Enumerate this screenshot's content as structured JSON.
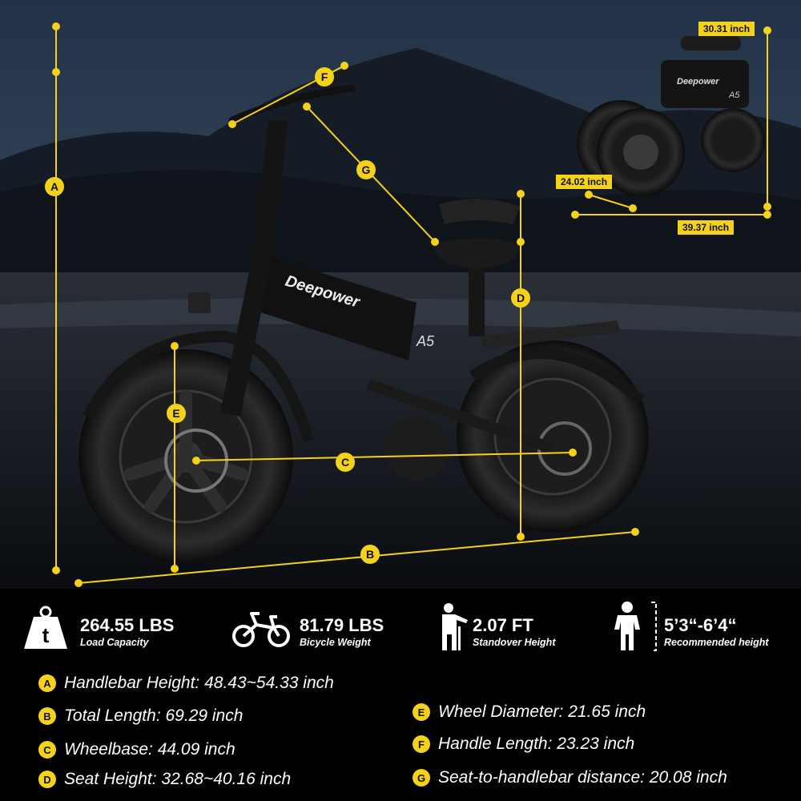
{
  "product": {
    "brand": "Deepower",
    "model": "A5"
  },
  "markers": [
    "A",
    "B",
    "C",
    "D",
    "E",
    "F",
    "G"
  ],
  "folded_dimensions": {
    "height": "30.31 inch",
    "width": "24.02 inch",
    "length": "39.37 inch"
  },
  "specs": [
    {
      "value": "264.55 LBS",
      "label": "Load Capacity",
      "icon": "weight-icon"
    },
    {
      "value": "81.79 LBS",
      "label": "Bicycle Weight",
      "icon": "bicycle-icon"
    },
    {
      "value": "2.07 FT",
      "label": "Standover Height",
      "icon": "standover-person-icon"
    },
    {
      "value": "5’3“-6’4“",
      "label": "Recommended height",
      "icon": "person-height-icon"
    }
  ],
  "legend": [
    {
      "letter": "A",
      "text": "Handlebar Height: 48.43~54.33 inch"
    },
    {
      "letter": "B",
      "text": "Total Length: 69.29 inch"
    },
    {
      "letter": "C",
      "text": "Wheelbase: 44.09 inch"
    },
    {
      "letter": "D",
      "text": "Seat Height: 32.68~40.16 inch"
    },
    {
      "letter": "E",
      "text": "Wheel Diameter: 21.65 inch"
    },
    {
      "letter": "F",
      "text": "Handle Length: 23.23 inch"
    },
    {
      "letter": "G",
      "text": "Seat-to-handlebar distance: 20.08 inch"
    }
  ],
  "colors": {
    "accent": "#f4d21a",
    "background": "#000000",
    "text": "#ffffff"
  }
}
